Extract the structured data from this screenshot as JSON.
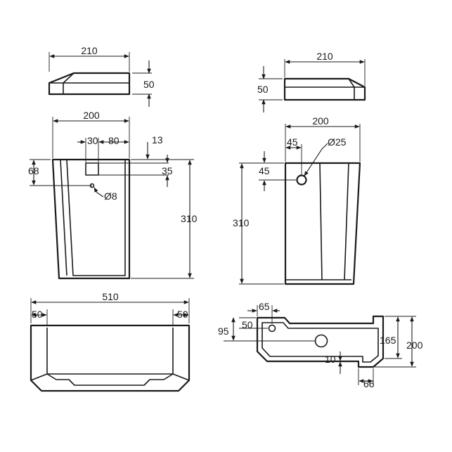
{
  "labels": {
    "tl_lid_width": "210",
    "tl_lid_height": "50",
    "tl_body_width": "200",
    "tl_cut_width": "30",
    "tl_cut_offset": "80",
    "tl_top_offset": "13",
    "tl_top_68": "68",
    "tl_35": "35",
    "tl_hole_dia": "Ø8",
    "tl_height": "310",
    "tr_lid_width": "210",
    "tr_lid_height": "50",
    "tr_body_width": "200",
    "tr_hole_offset": "45",
    "tr_hole_dia": "Ø25",
    "tr_hole_depth": "45",
    "tr_height": "310",
    "bl_width": "510",
    "bl_left_50": "50",
    "bl_right_50": "50",
    "br_65": "65",
    "br_50": "50",
    "br_95": "95",
    "br_165": "165",
    "br_200": "200",
    "br_10": "10",
    "br_66": "66"
  }
}
